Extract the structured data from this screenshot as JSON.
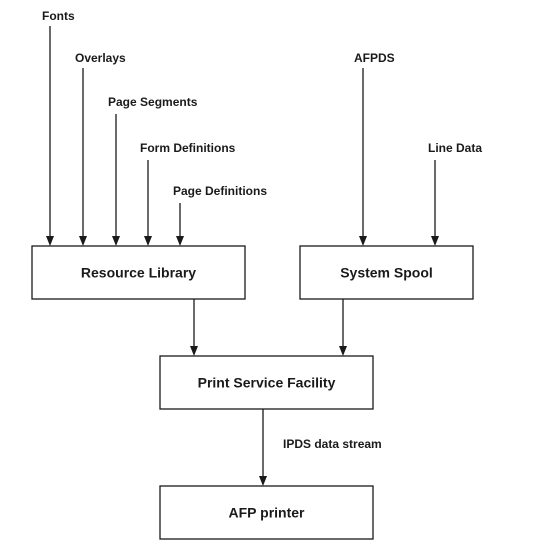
{
  "diagram": {
    "inputs": {
      "fonts": "Fonts",
      "overlays": "Overlays",
      "page_segments": "Page Segments",
      "form_definitions": "Form Definitions",
      "page_definitions": "Page Definitions",
      "afpds": "AFPDS",
      "line_data": "Line Data"
    },
    "boxes": {
      "resource_library": "Resource Library",
      "system_spool": "System Spool",
      "print_service_facility": "Print Service Facility",
      "afp_printer": "AFP printer"
    },
    "edge_labels": {
      "ipds": "IPDS data stream"
    }
  }
}
